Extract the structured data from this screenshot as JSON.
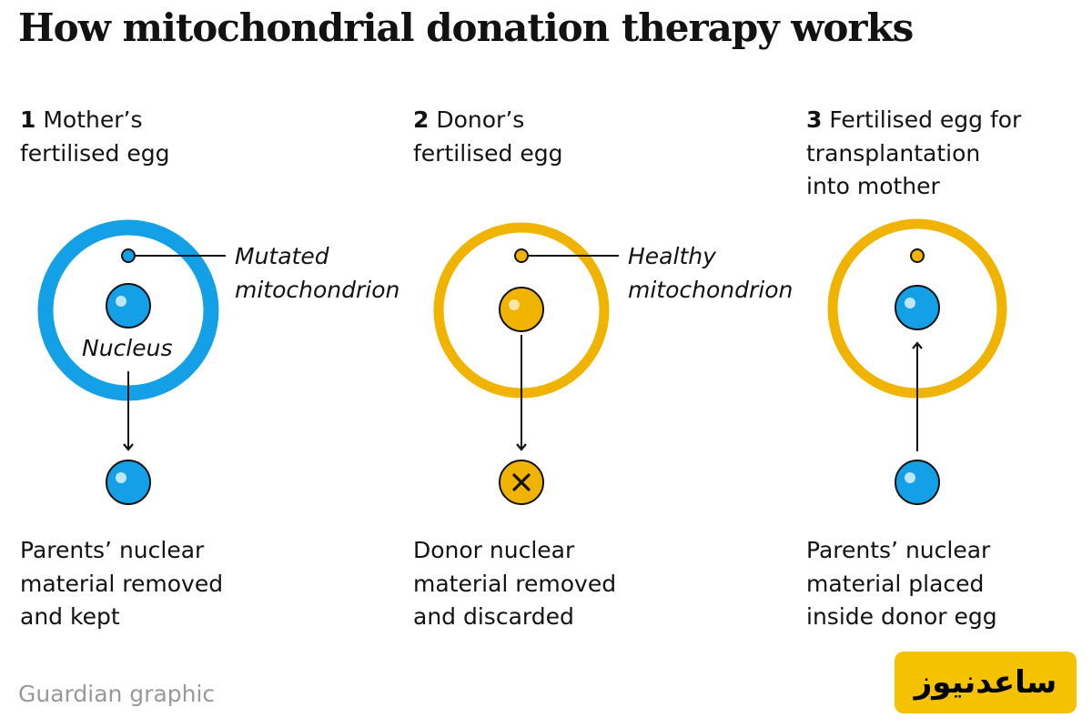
{
  "title": "How mitochondrial donation therapy works",
  "colors": {
    "blue": "#14a0e6",
    "yellow": "#f0b400",
    "text": "#121212",
    "muted": "#999999"
  },
  "steps": [
    {
      "number": "1",
      "heading_lines": [
        "Mother’s",
        "fertilised egg"
      ],
      "caption_lines": [
        "Parents’ nuclear",
        "material removed",
        "and kept"
      ]
    },
    {
      "number": "2",
      "heading_lines": [
        "Donor’s",
        "fertilised egg"
      ],
      "caption_lines": [
        "Donor nuclear",
        "material removed",
        "and discarded"
      ]
    },
    {
      "number": "3",
      "heading_lines": [
        "Fertilised egg for",
        "transplantation",
        "into mother"
      ],
      "caption_lines": [
        "Parents’ nuclear",
        "material placed",
        "inside donor egg"
      ]
    }
  ],
  "labels": {
    "mutated": [
      "Mutated",
      "mitochondrion"
    ],
    "healthy": [
      "Healthy",
      "mitochondrion"
    ],
    "nucleus": "Nucleus"
  },
  "source": "Guardian graphic",
  "watermark": "ساعدنیوز"
}
